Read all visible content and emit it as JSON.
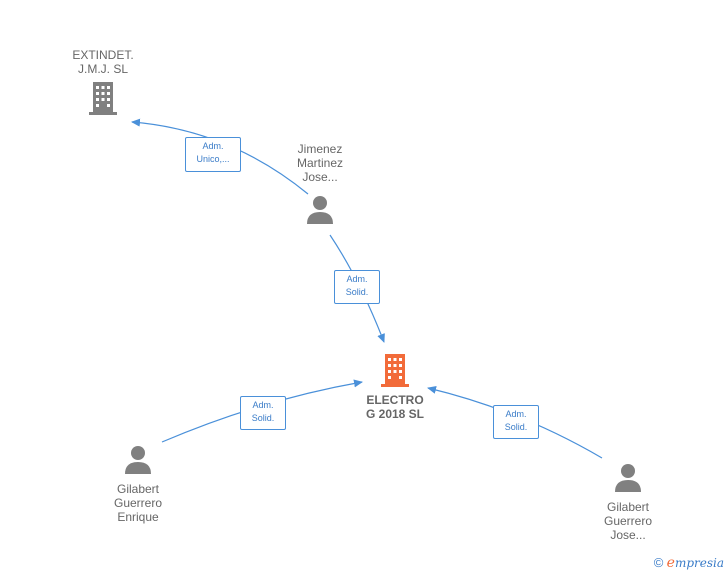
{
  "colors": {
    "edge": "#4a90d9",
    "company_main": "#f26b3a",
    "company_other": "#808080",
    "person": "#808080"
  },
  "nodes": {
    "extindet": {
      "label": "EXTINDET.\nJ.M.J.  SL",
      "icon": "building-icon"
    },
    "electro": {
      "label": "ELECTRO\nG 2018  SL",
      "icon": "building-icon"
    },
    "jimenez": {
      "label": "Jimenez\nMartinez\nJose...",
      "icon": "person-icon"
    },
    "gilabert_enrique": {
      "label": "Gilabert\nGuerrero\nEnrique",
      "icon": "person-icon"
    },
    "gilabert_jose": {
      "label": "Gilabert\nGuerrero\nJose...",
      "icon": "person-icon"
    }
  },
  "edges": {
    "jimenez_extindet": "Adm.\nUnico,...",
    "jimenez_electro": "Adm.\nSolid.",
    "enrique_electro": "Adm.\nSolid.",
    "jose_electro": "Adm.\nSolid."
  },
  "footer": {
    "copyright": "©",
    "brand_first": "e",
    "brand_rest": "mpresia"
  }
}
